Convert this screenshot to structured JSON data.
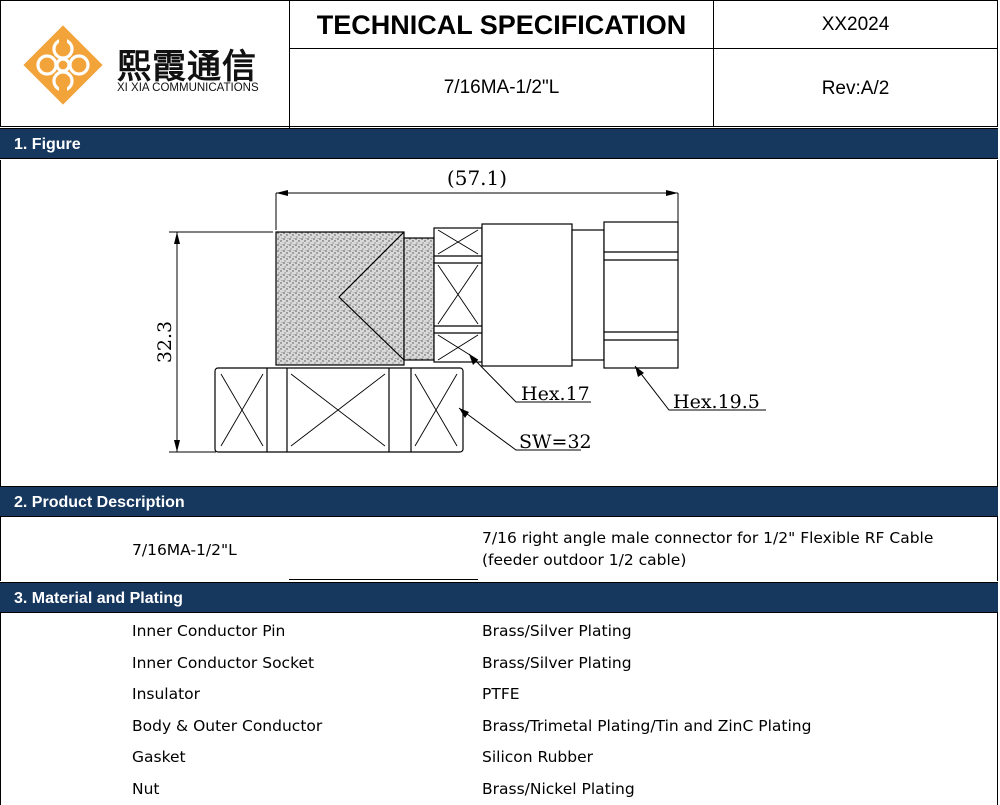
{
  "header": {
    "company_cn": "熙霞通信",
    "company_en": "XI XIA COMMUNICATIONS",
    "title": "TECHNICAL SPECIFICATION",
    "doc_code": "XX2024",
    "model": "7/16MA-1/2\"L",
    "revision": "Rev:A/2"
  },
  "sections": {
    "figure": "1. Figure",
    "description": "2.  Product Description",
    "material": "3. Material and Plating"
  },
  "figure": {
    "length_dim": "(57.1)",
    "height_dim": "32.3",
    "hex_small": "Hex.17",
    "hex_large": "Hex.19.5",
    "sw": "SW=32"
  },
  "description": {
    "model": "7/16MA-1/2\"L",
    "text": "7/16 right angle male connector for 1/2\" Flexible RF Cable (feeder outdoor 1/2 cable)"
  },
  "materials": [
    {
      "part": "Inner Conductor Pin",
      "material": "Brass/Silver Plating"
    },
    {
      "part": "Inner Conductor Socket",
      "material": "Brass/Silver Plating"
    },
    {
      "part": "Insulator",
      "material": "PTFE"
    },
    {
      "part": "Body & Outer Conductor",
      "material": "Brass/Trimetal Plating/Tin and ZinC Plating"
    },
    {
      "part": "Gasket",
      "material": "Silicon Rubber"
    },
    {
      "part": "Nut",
      "material": "Brass/Nickel Plating"
    }
  ],
  "colors": {
    "section_bar": "#16375e",
    "logo_orange": "#f2a33a"
  }
}
